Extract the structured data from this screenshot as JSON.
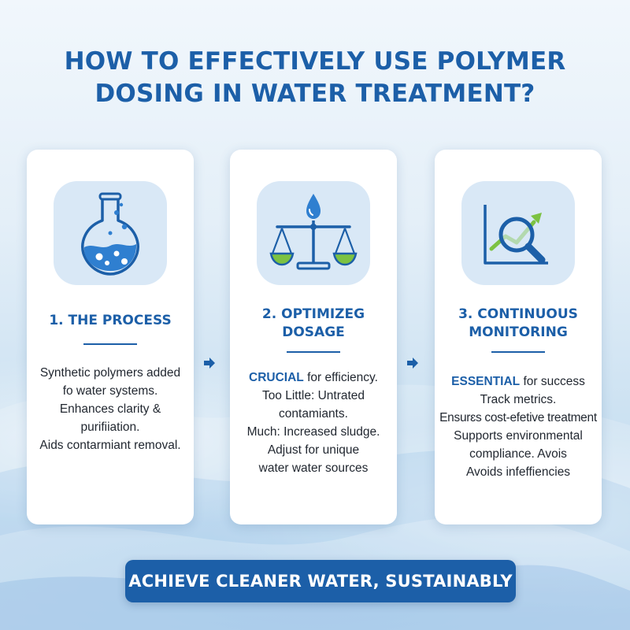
{
  "title": {
    "line1": "HOW TO EFFECTIVELY USE POLYMER",
    "line2": "DOSING IN WATER TREATMENT?"
  },
  "colors": {
    "primary": "#1c5fa8",
    "icon_background": "#d9e8f6",
    "accent_green": "#7cc242",
    "text": "#222831"
  },
  "cards": [
    {
      "icon": "flask-icon",
      "title_lines": [
        "1. THE PROCESS"
      ],
      "lines": [
        {
          "text": "Synthetic polymers added"
        },
        {
          "text": "fo water systems."
        },
        {
          "text": "Enhances clarity &"
        },
        {
          "text": "purifiiation."
        },
        {
          "text": "Aids contarmiant removal."
        }
      ]
    },
    {
      "icon": "balance-scale-icon",
      "title_lines": [
        "2. OPTIMIZEG",
        "DOSAGE"
      ],
      "lines": [
        {
          "highlight": "CRUCIAL",
          "text": " for efficiency."
        },
        {
          "text": "Too Little: Untrated"
        },
        {
          "text": "contamiants."
        },
        {
          "text": "Much: Increased sludge."
        },
        {
          "text": "Adjust for unique"
        },
        {
          "text": "water water sources"
        }
      ]
    },
    {
      "icon": "chart-magnifier-icon",
      "title_lines": [
        "3. CONTINUOUS",
        "MONITORING"
      ],
      "lines": [
        {
          "highlight": "ESSENTIAL",
          "text": " for success"
        },
        {
          "text": "Track metrics."
        },
        {
          "text": "Ensurɛs cost-efetive treatment"
        },
        {
          "text": "Supports environmental"
        },
        {
          "text": "compliance. Avois"
        },
        {
          "text": "Avoids infeffiencies"
        }
      ]
    }
  ],
  "arrows": [
    "arrow-right-icon",
    "arrow-right-icon"
  ],
  "banner": {
    "text": "ACHIEVE CLEANER WATER, SUSTAINABLY"
  }
}
